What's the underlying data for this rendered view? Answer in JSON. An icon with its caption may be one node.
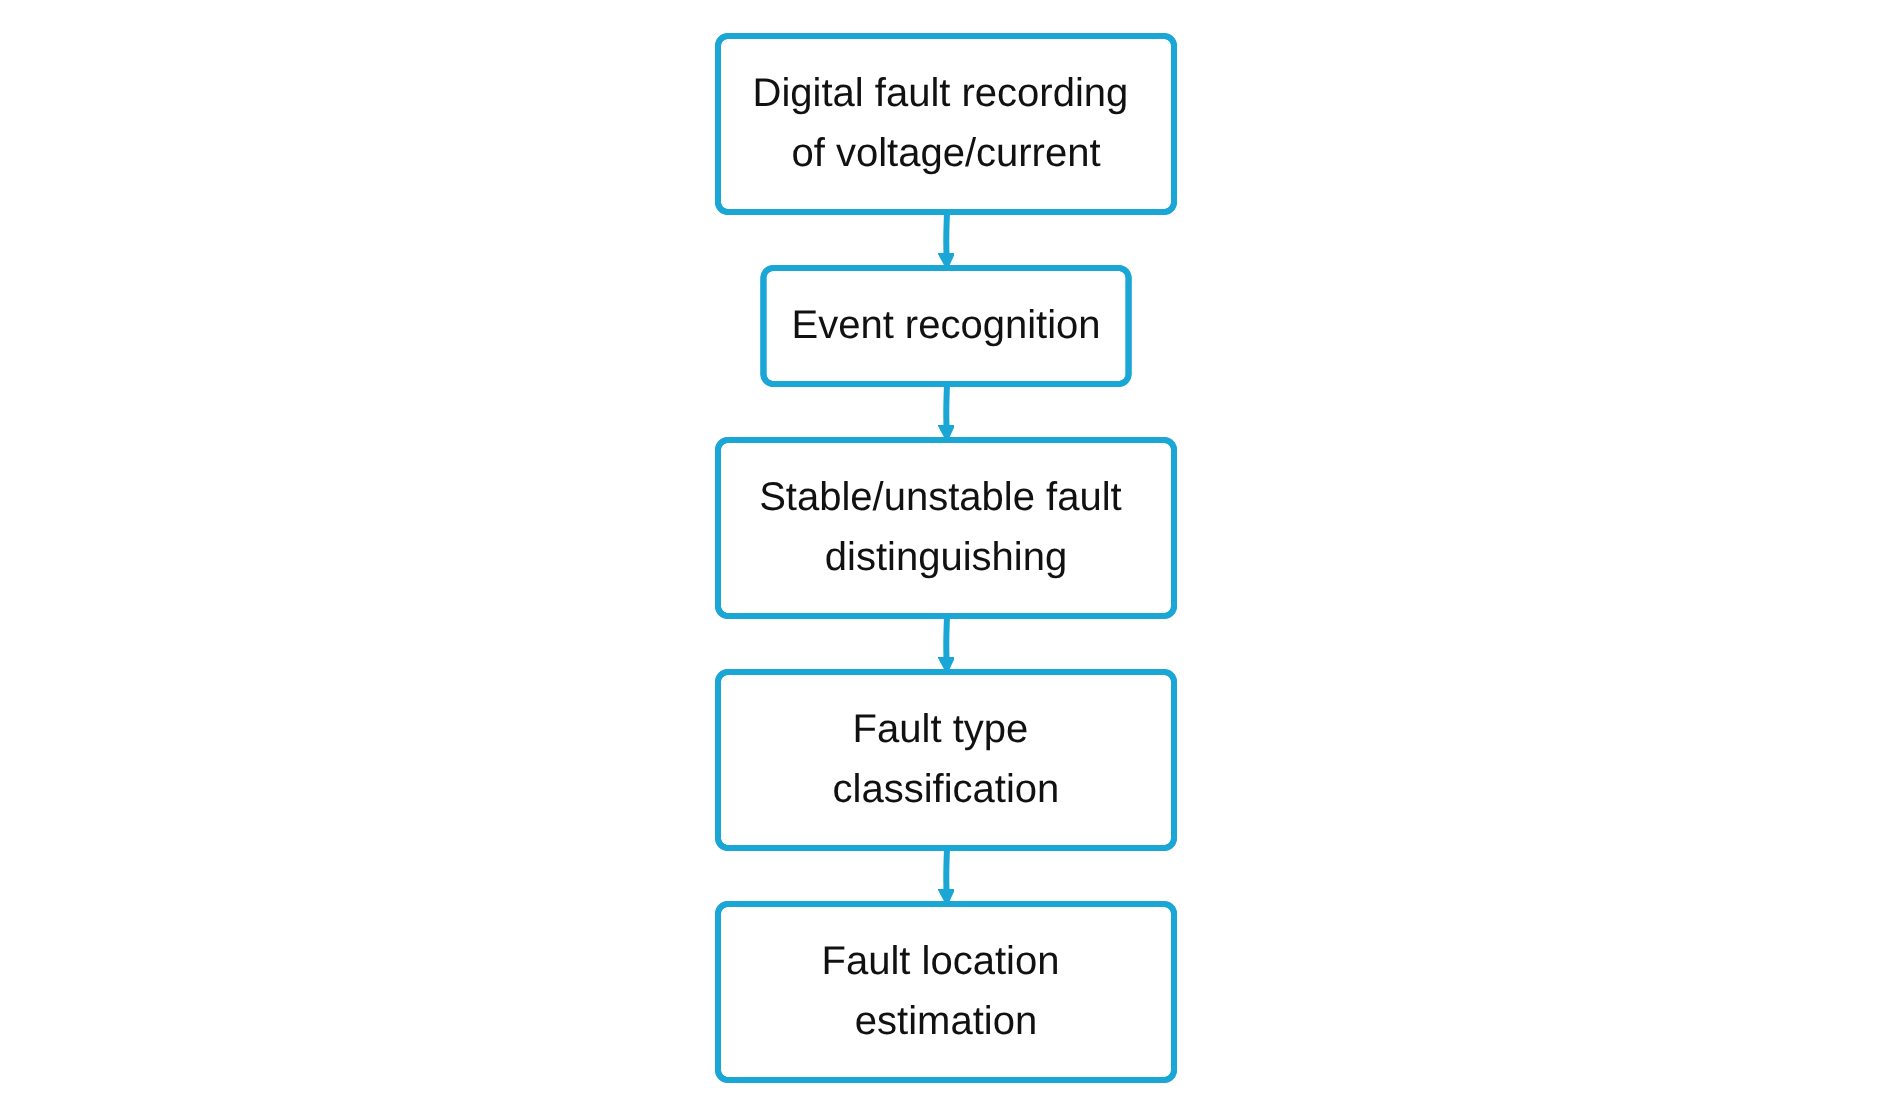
{
  "diagram": {
    "nodes": [
      {
        "text": [
          "Digital fault recording of voltage/current"
        ]
      },
      {
        "text": [
          "Event recognition"
        ]
      },
      {
        "text": [
          "Stable/unstable fault distinguishing"
        ]
      },
      {
        "text": [
          "Fault type classification"
        ]
      },
      {
        "text": [
          "Fault location estimation"
        ]
      }
    ],
    "edges": [
      {
        "from": 0,
        "to": 1,
        "arrow": "to"
      },
      {
        "from": 1,
        "to": 2,
        "arrow": "to"
      },
      {
        "from": 2,
        "to": 3,
        "arrow": "to"
      },
      {
        "from": 3,
        "to": 4,
        "arrow": "to"
      }
    ]
  }
}
